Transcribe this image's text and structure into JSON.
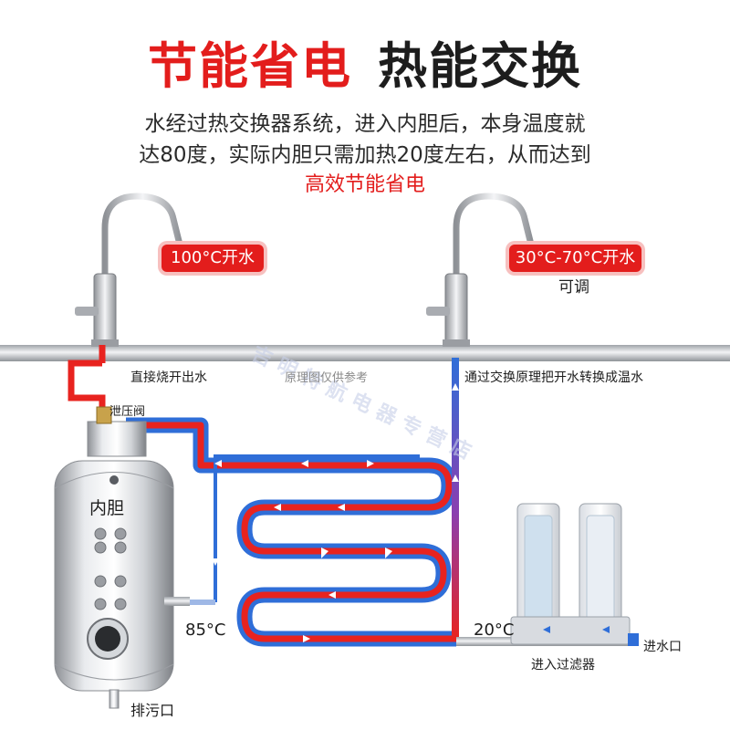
{
  "title": {
    "part1": "节能省电",
    "part2": "热能交换"
  },
  "description": {
    "line1": "水经过热交换器系统，进入内胆后，本身温度就",
    "line2": "达80度，实际内胆只需加热20度左右，从而达到",
    "line3": "高效节能省电"
  },
  "faucets": {
    "left_label": "100°C开水",
    "right_label": "30°C-70°C开水",
    "right_note": "可调"
  },
  "annotations": {
    "boiling_out": "直接烧开出水",
    "diagram_note": "原理图仅供参考",
    "convert": "通过交换原理把开水转换成温水",
    "relief_valve": "泄压阀",
    "tank": "内胆",
    "temp_85": "85°C",
    "temp_20": "20°C",
    "water_inlet": "进水口",
    "into_filter": "进入过滤器",
    "drain": "排污口"
  },
  "watermark": "吉明特航电器专营店",
  "colors": {
    "accent_red": "#e31d1c",
    "pipe_red": "#e8231f",
    "pipe_blue": "#2f6ed8",
    "pipe_grey": "#b9bcc0"
  }
}
